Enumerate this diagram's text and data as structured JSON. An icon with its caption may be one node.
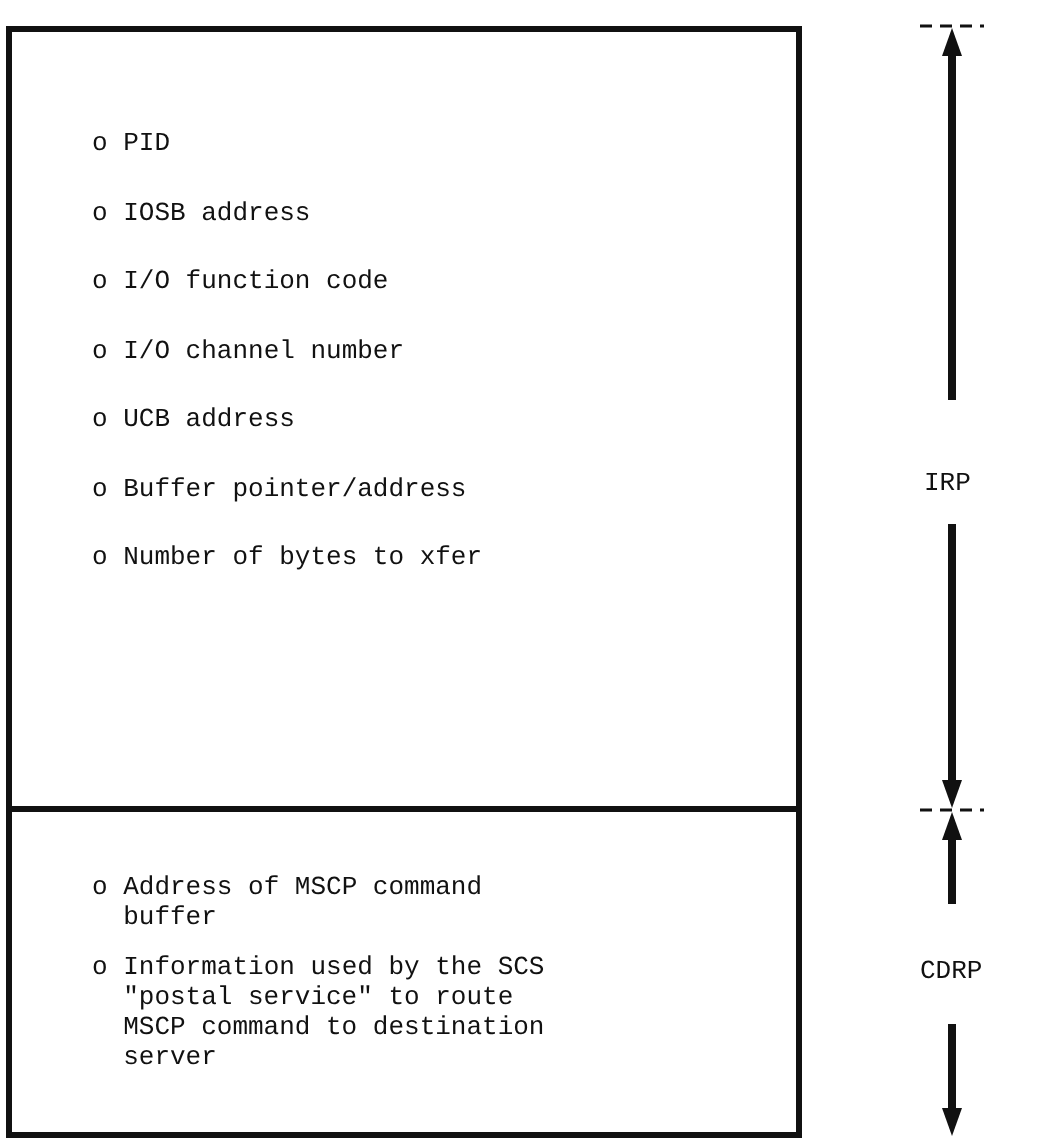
{
  "diagram": {
    "nodes": [
      {
        "text": [
          "o PID",
          "o IOSB address",
          "o I/O function code",
          "o I/O channel number",
          "o UCB address",
          "o Buffer pointer/address",
          "o Number of bytes to xfer"
        ]
      },
      {
        "text": [
          "o Address of MSCP command buffer",
          "o Information used by the SCS \"postal service\" to route MSCP command to destination server"
        ]
      }
    ],
    "edges": [],
    "labels": [
      "IRP",
      "CDRP"
    ]
  }
}
